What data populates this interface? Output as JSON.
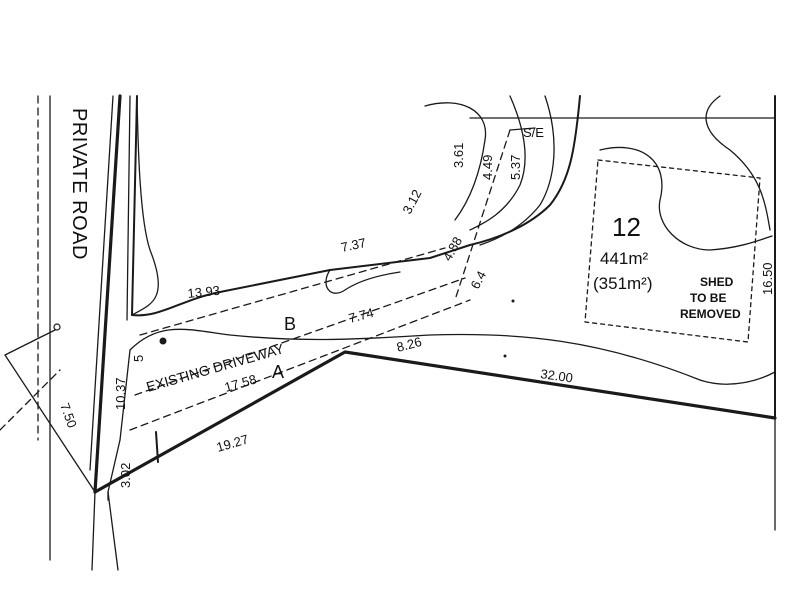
{
  "road_label": "PRIVATE ROAD",
  "lot": {
    "number": "12",
    "area": "441m²",
    "area_alt": "(351m²)"
  },
  "shed": {
    "line1": "SHED",
    "line2": "TO BE",
    "line3": "REMOVED"
  },
  "driveway_label": "EXISTING DRIVEWAY",
  "markers": {
    "a": "A",
    "b": "B",
    "se": "S/E"
  },
  "dimensions": {
    "d_13_93": "13.93",
    "d_7_37": "7.37",
    "d_3_12": "3.12",
    "d_3_61": "3.61",
    "d_4_49": "4.49",
    "d_5_37": "5.37",
    "d_4_88": "4.88",
    "d_6_4": "6.4",
    "d_7_74": "7.74",
    "d_8_26": "8.26",
    "d_32_00": "32.00",
    "d_16_50": "16.50",
    "d_17_58": "17.58",
    "d_19_27": "19.27",
    "d_10_37": "10.37",
    "d_7_50": "7.50",
    "d_3_02": "3.02",
    "d_5": "5"
  }
}
